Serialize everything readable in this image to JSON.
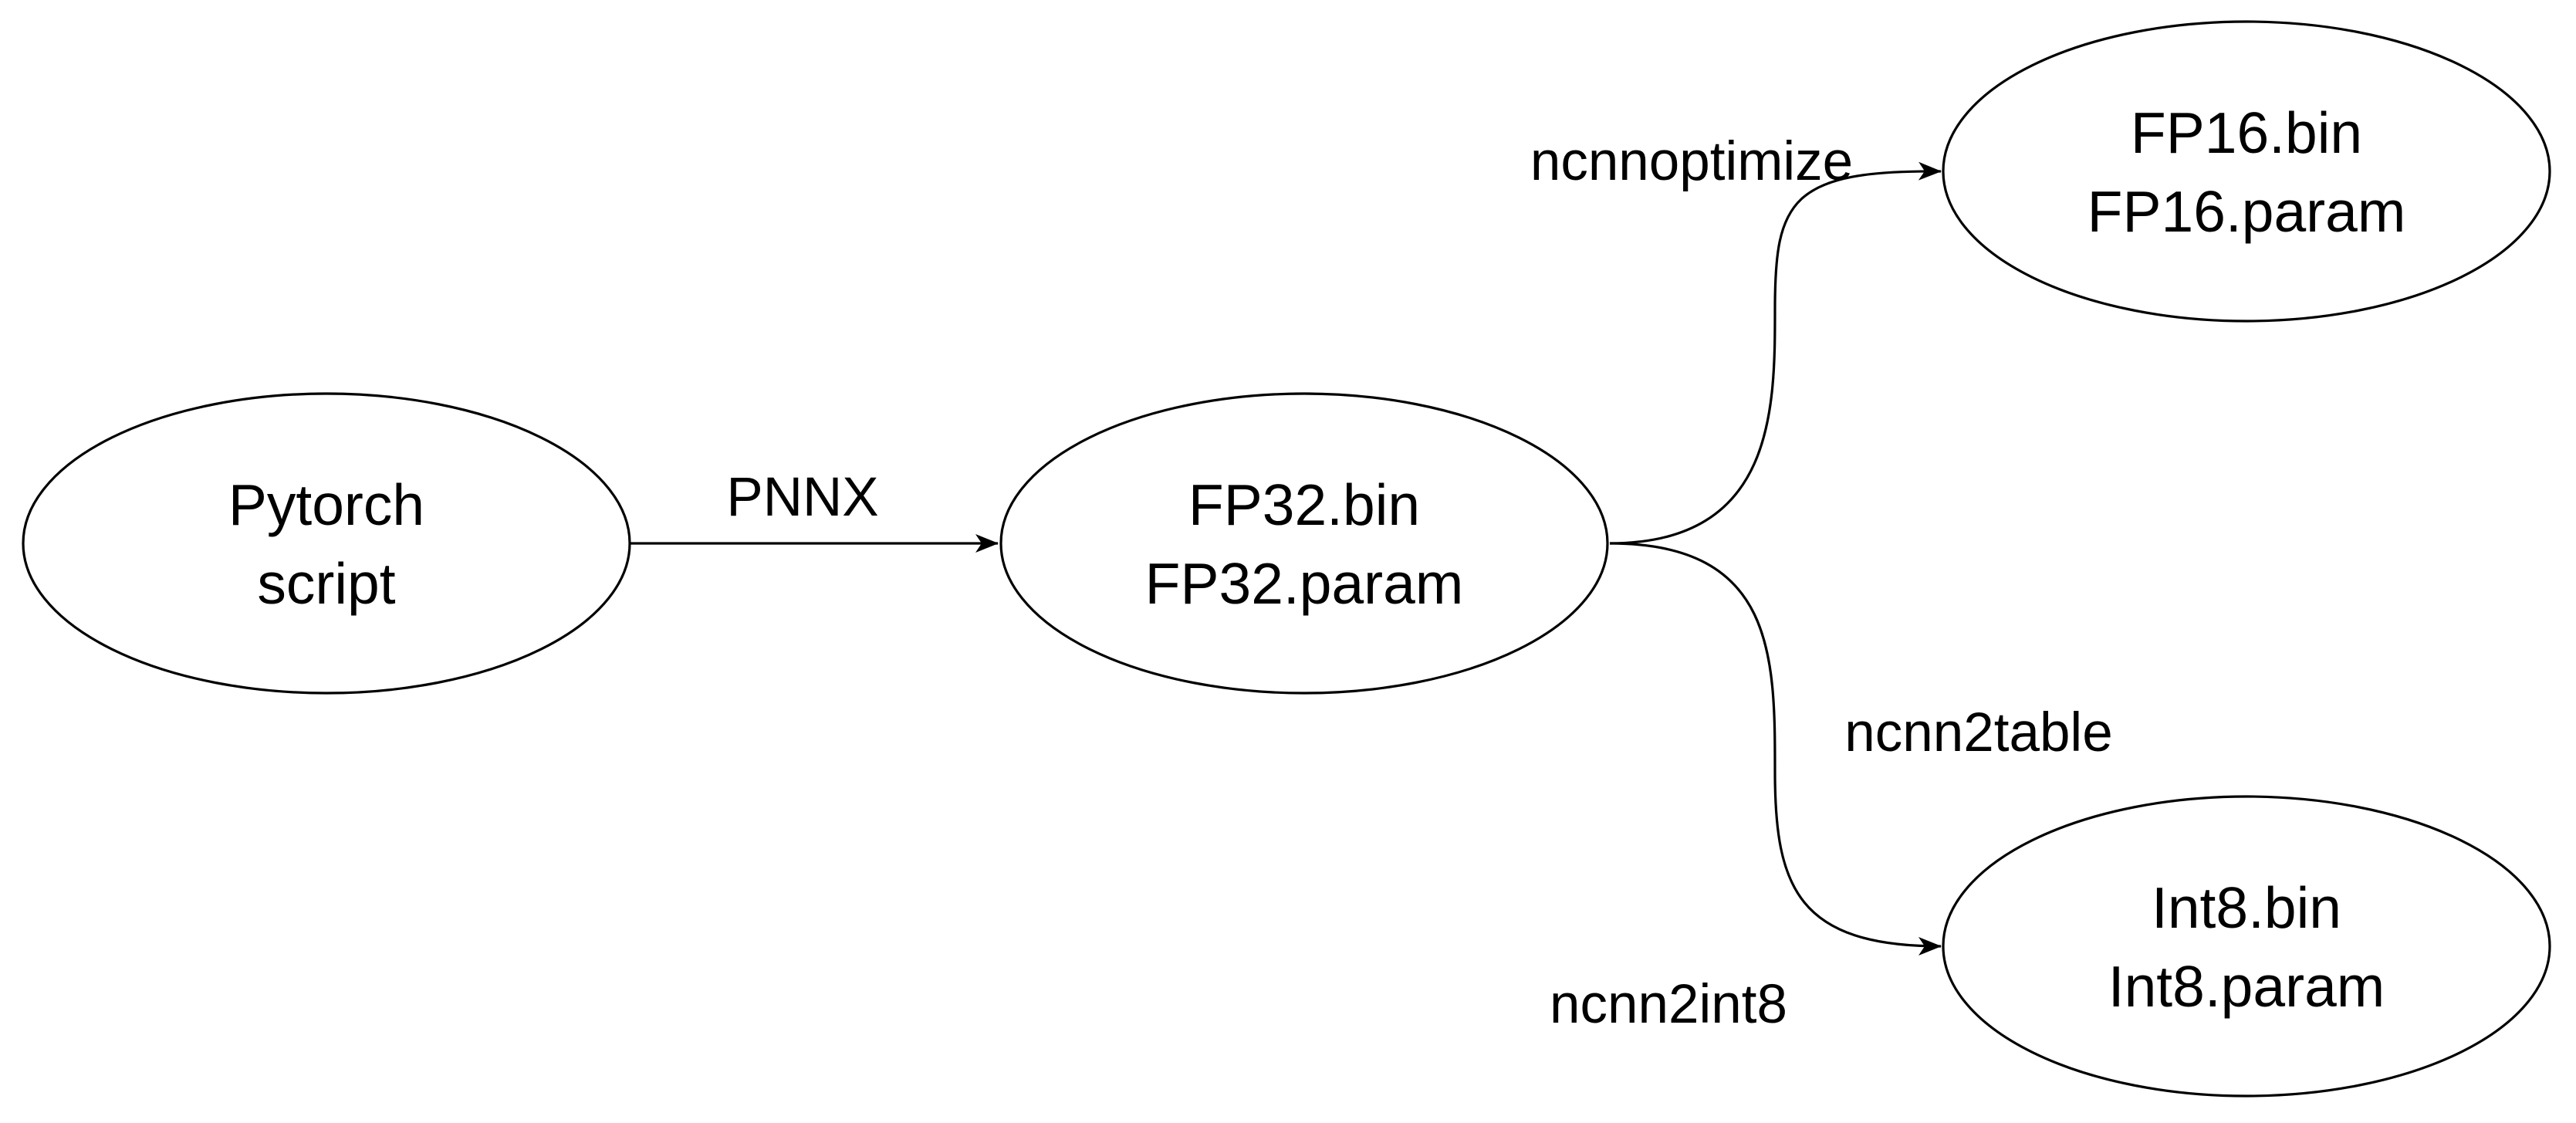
{
  "diagram": {
    "nodes": {
      "pytorch": {
        "line1": "Pytorch",
        "line2": "script"
      },
      "fp32": {
        "line1": "FP32.bin",
        "line2": "FP32.param"
      },
      "fp16": {
        "line1": "FP16.bin",
        "line2": "FP16.param"
      },
      "int8": {
        "line1": "Int8.bin",
        "line2": "Int8.param"
      }
    },
    "edges": {
      "pnnx": {
        "label": "PNNX"
      },
      "optimize": {
        "label": "ncnnoptimize"
      },
      "table": {
        "label": "ncnn2table"
      },
      "int8": {
        "label": "ncnn2int8"
      }
    },
    "colors": {
      "stroke": "#000000",
      "fill": "#ffffff",
      "text": "#000000"
    }
  }
}
